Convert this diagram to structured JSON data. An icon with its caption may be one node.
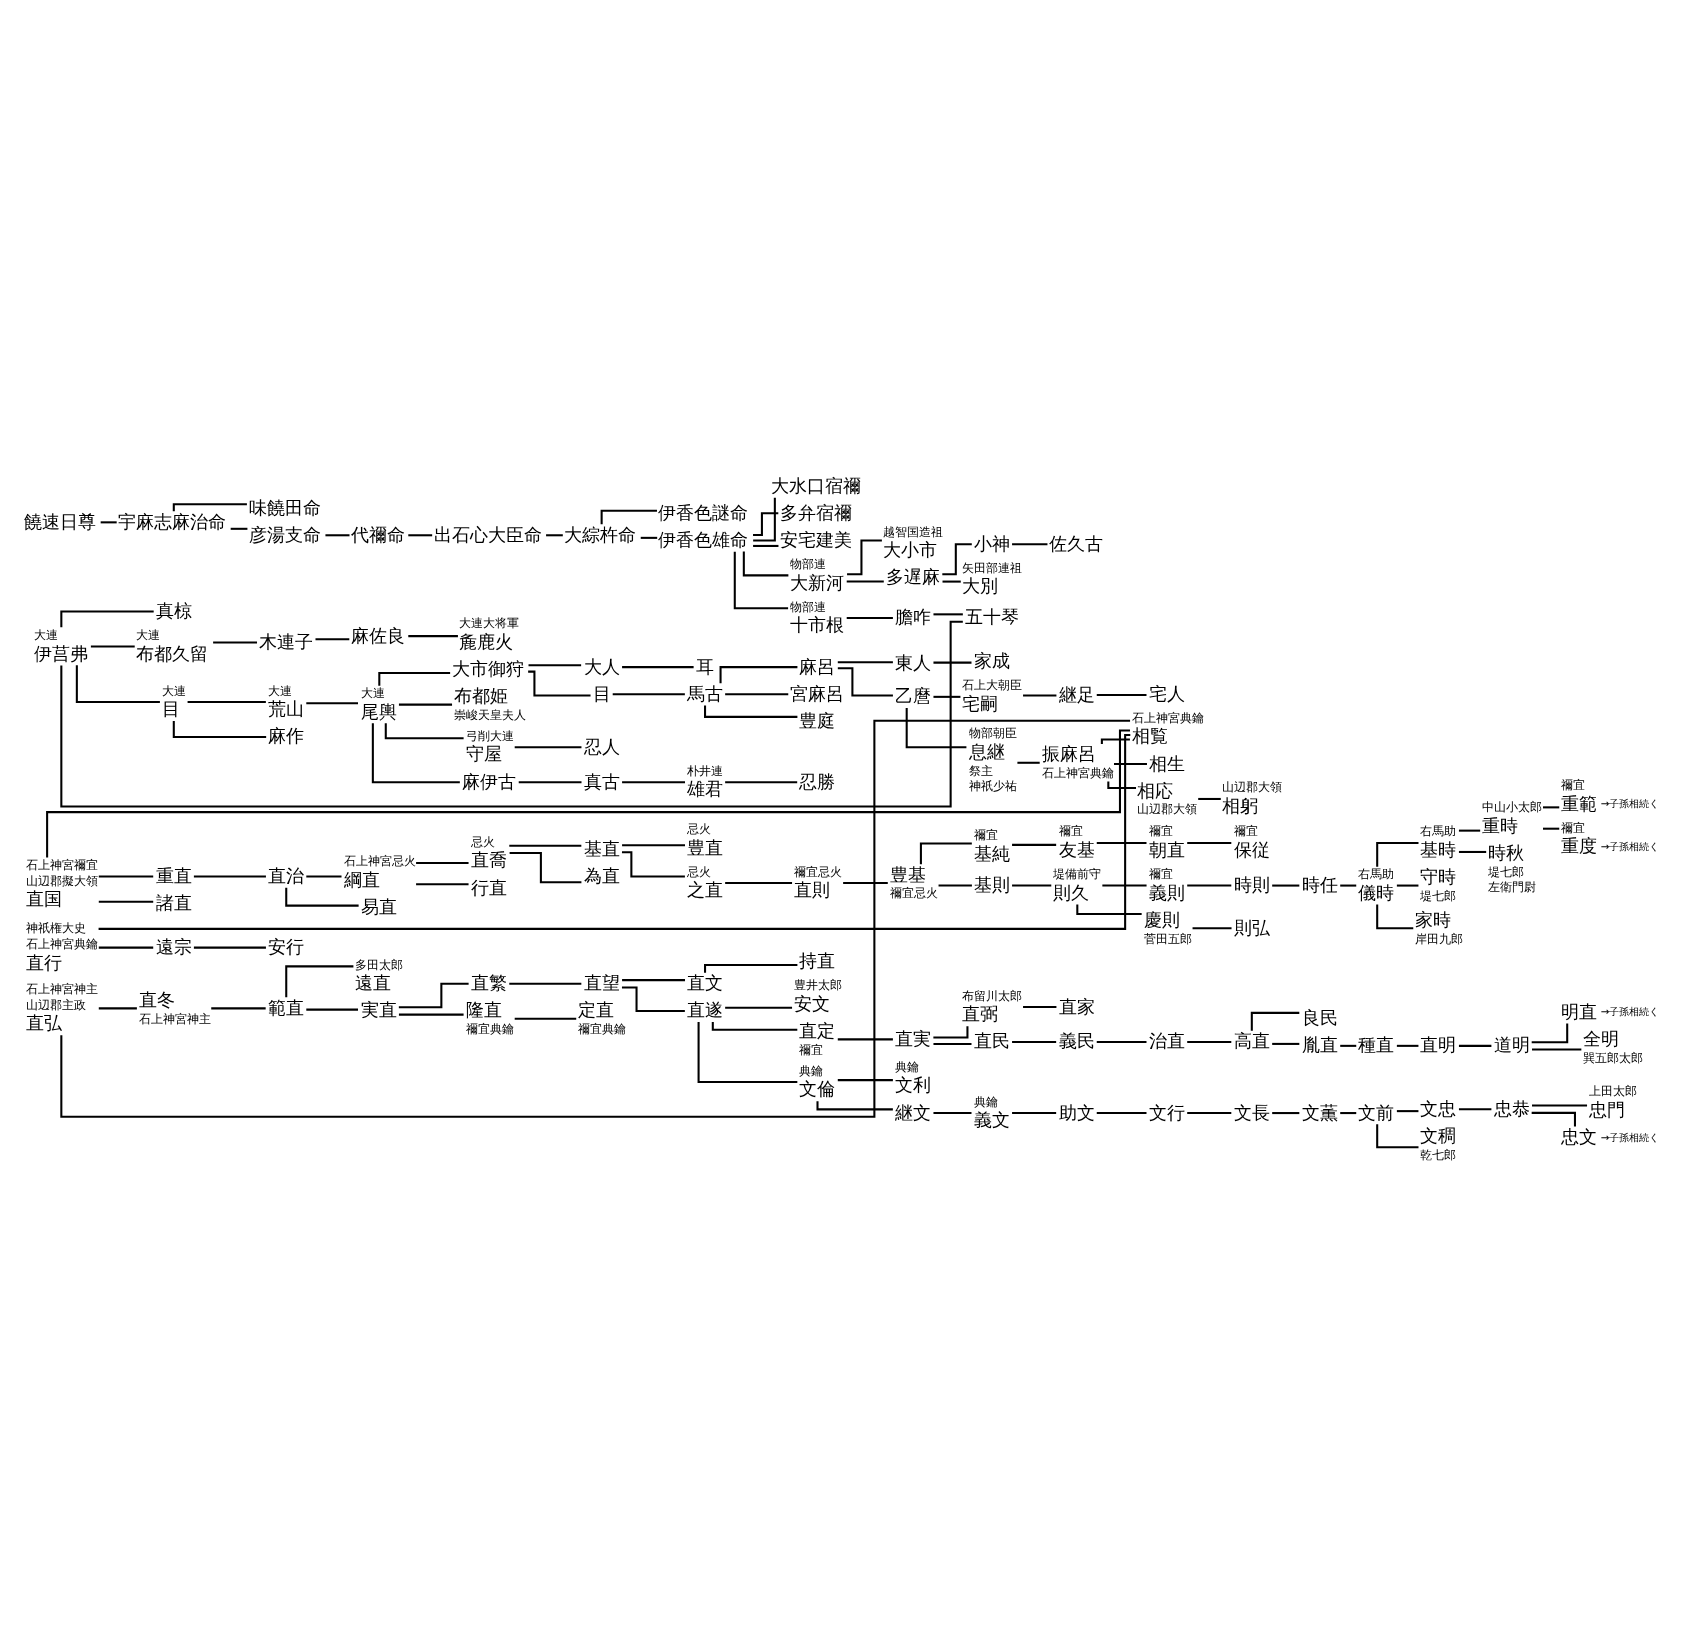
{
  "diagram": {
    "nodes": [
      {
        "text": [
          "饒速日尊"
        ]
      },
      {
        "text": [
          "宇麻志麻治命"
        ]
      },
      {
        "text": [
          "味饒田命"
        ]
      },
      {
        "text": [
          "彦湯支命"
        ]
      },
      {
        "text": [
          "代禰命"
        ]
      },
      {
        "text": [
          "出石心大臣命"
        ]
      },
      {
        "text": [
          "大綜杵命"
        ]
      },
      {
        "text": [
          "伊香色謎命"
        ]
      },
      {
        "text": [
          "伊香色雄命"
        ]
      },
      {
        "text": [
          "大水口宿禰"
        ]
      },
      {
        "text": [
          "多弁宿禰"
        ]
      },
      {
        "text": [
          "安宅建美"
        ]
      },
      {
        "text": [
          "大小市"
        ],
        "beside": [
          "越智国造祖"
        ]
      },
      {
        "text": [
          "小神"
        ]
      },
      {
        "text": [
          "佐久古"
        ]
      },
      {
        "text": [
          "大新河"
        ],
        "beside": [
          "物部連"
        ]
      },
      {
        "text": [
          "多遅麻"
        ]
      },
      {
        "text": [
          "大別"
        ],
        "beside": [
          "矢田部連祖"
        ]
      },
      {
        "text": [
          "十市根"
        ],
        "beside": [
          "物部連"
        ]
      },
      {
        "text": [
          "膽咋"
        ]
      },
      {
        "text": [
          "五十琴"
        ]
      },
      {
        "text": [
          "伊莒弗"
        ],
        "beside": [
          "大連"
        ]
      },
      {
        "text": [
          "真椋"
        ]
      },
      {
        "text": [
          "布都久留"
        ],
        "beside": [
          "大連"
        ]
      },
      {
        "text": [
          "木連子"
        ]
      },
      {
        "text": [
          "麻佐良"
        ]
      },
      {
        "text": [
          "麁鹿火"
        ],
        "beside": [
          "大連大将軍"
        ]
      },
      {
        "text": [
          "目"
        ],
        "beside": [
          "大連"
        ]
      },
      {
        "text": [
          "荒山"
        ],
        "beside": [
          "大連"
        ]
      },
      {
        "text": [
          "尾輿"
        ],
        "beside": [
          "大連"
        ]
      },
      {
        "text": [
          "大市御狩"
        ]
      },
      {
        "text": [
          "大人"
        ]
      },
      {
        "text": [
          "耳"
        ]
      },
      {
        "text": [
          "目"
        ]
      },
      {
        "text": [
          "馬古"
        ]
      },
      {
        "text": [
          "麻呂"
        ]
      },
      {
        "text": [
          "東人"
        ]
      },
      {
        "text": [
          "家成"
        ]
      },
      {
        "text": [
          "乙麿"
        ]
      },
      {
        "text": [
          "宅嗣"
        ],
        "beside": [
          "石上大朝臣"
        ]
      },
      {
        "text": [
          "継足"
        ]
      },
      {
        "text": [
          "宅人"
        ]
      },
      {
        "text": [
          "息継"
        ],
        "beside": [
          "物部朝臣",
          "祭主",
          "神祇少祐"
        ]
      },
      {
        "text": [
          "振麻呂"
        ],
        "beside": [
          "石上神宮典鑰"
        ]
      },
      {
        "text": [
          "相覧"
        ],
        "beside": [
          "石上神宮典鑰"
        ]
      },
      {
        "text": [
          "相生"
        ]
      },
      {
        "text": [
          "相応"
        ],
        "beside": [
          "山辺郡大領"
        ]
      },
      {
        "text": [
          "相躬"
        ],
        "beside": [
          "山辺郡大領"
        ]
      },
      {
        "text": [
          "宮麻呂"
        ]
      },
      {
        "text": [
          "豊庭"
        ]
      },
      {
        "text": [
          "布都姫"
        ],
        "beside": [
          "崇峻天皇夫人"
        ]
      },
      {
        "text": [
          "守屋"
        ],
        "beside": [
          "弓削大連"
        ]
      },
      {
        "text": [
          "忍人"
        ]
      },
      {
        "text": [
          "麻伊古"
        ]
      },
      {
        "text": [
          "真古"
        ]
      },
      {
        "text": [
          "雄君"
        ],
        "beside": [
          "朴井連"
        ]
      },
      {
        "text": [
          "忍勝"
        ]
      },
      {
        "text": [
          "麻作"
        ]
      },
      {
        "text": [
          "直国"
        ],
        "beside": [
          "石上神宮禰宜",
          "山辺郡擬大領"
        ]
      },
      {
        "text": [
          "重直"
        ]
      },
      {
        "text": [
          "直治"
        ]
      },
      {
        "text": [
          "綱直"
        ],
        "beside": [
          "石上神宮忌火"
        ]
      },
      {
        "text": [
          "易直"
        ]
      },
      {
        "text": [
          "直喬"
        ],
        "beside": [
          "忌火"
        ]
      },
      {
        "text": [
          "行直"
        ]
      },
      {
        "text": [
          "基直"
        ]
      },
      {
        "text": [
          "為直"
        ]
      },
      {
        "text": [
          "豊直"
        ],
        "beside": [
          "忌火"
        ]
      },
      {
        "text": [
          "之直"
        ],
        "beside": [
          "忌火"
        ]
      },
      {
        "text": [
          "直則"
        ],
        "beside": [
          "禰宜忌火"
        ]
      },
      {
        "text": [
          "豊基"
        ],
        "beside": [
          "禰宜忌火"
        ]
      },
      {
        "text": [
          "基純"
        ],
        "beside": [
          "禰宜"
        ]
      },
      {
        "text": [
          "友基"
        ],
        "beside": [
          "禰宜"
        ]
      },
      {
        "text": [
          "朝直"
        ],
        "beside": [
          "禰宜"
        ]
      },
      {
        "text": [
          "保従"
        ],
        "beside": [
          "禰宜"
        ]
      },
      {
        "text": [
          "基則"
        ]
      },
      {
        "text": [
          "則久"
        ],
        "beside": [
          "堤備前守"
        ]
      },
      {
        "text": [
          "義則"
        ],
        "beside": [
          "禰宜"
        ]
      },
      {
        "text": [
          "時則"
        ]
      },
      {
        "text": [
          "時任"
        ]
      },
      {
        "text": [
          "儀時"
        ],
        "beside": [
          "右馬助"
        ]
      },
      {
        "text": [
          "基時"
        ],
        "beside": [
          "右馬助"
        ]
      },
      {
        "text": [
          "重時"
        ],
        "beside": [
          "中山小太郎"
        ]
      },
      {
        "text": [
          "重範"
        ],
        "beside": [
          "禰宜",
          "→子孫相続く"
        ]
      },
      {
        "text": [
          "重度"
        ],
        "beside": [
          "禰宜",
          "→子孫相続く"
        ]
      },
      {
        "text": [
          "時秋"
        ],
        "beside": [
          "堤七郎",
          "左衛門尉"
        ]
      },
      {
        "text": [
          "守時"
        ],
        "beside": [
          "堤七郎"
        ]
      },
      {
        "text": [
          "家時"
        ],
        "beside": [
          "岸田九郎"
        ]
      },
      {
        "text": [
          "慶則"
        ],
        "beside": [
          "菅田五郎"
        ]
      },
      {
        "text": [
          "則弘"
        ]
      },
      {
        "text": [
          "諸直"
        ]
      },
      {
        "text": [
          "直行"
        ],
        "beside": [
          "神祇権大史",
          "石上神宮典鑰"
        ]
      },
      {
        "text": [
          "遠宗"
        ]
      },
      {
        "text": [
          "安行"
        ]
      },
      {
        "text": [
          "直弘"
        ],
        "beside": [
          "石上神宮神主",
          "山辺郡主政"
        ]
      },
      {
        "text": [
          "直冬"
        ],
        "beside": [
          "石上神宮神主"
        ]
      },
      {
        "text": [
          "範直"
        ]
      },
      {
        "text": [
          "遠直"
        ],
        "beside": [
          "多田太郎"
        ]
      },
      {
        "text": [
          "実直"
        ]
      },
      {
        "text": [
          "直繁"
        ]
      },
      {
        "text": [
          "直望"
        ]
      },
      {
        "text": [
          "直文"
        ]
      },
      {
        "text": [
          "持直"
        ]
      },
      {
        "text": [
          "直遂"
        ]
      },
      {
        "text": [
          "安文"
        ],
        "beside": [
          "豊井太郎"
        ]
      },
      {
        "text": [
          "隆直"
        ],
        "beside": [
          "禰宜典鑰"
        ]
      },
      {
        "text": [
          "定直"
        ],
        "beside": [
          "禰宜典鑰"
        ]
      },
      {
        "text": [
          "直定"
        ],
        "beside": [
          "禰宜"
        ]
      },
      {
        "text": [
          "直実"
        ]
      },
      {
        "text": [
          "直弼"
        ],
        "beside": [
          "布留川太郎"
        ]
      },
      {
        "text": [
          "直家"
        ]
      },
      {
        "text": [
          "直民"
        ]
      },
      {
        "text": [
          "義民"
        ]
      },
      {
        "text": [
          "治直"
        ]
      },
      {
        "text": [
          "高直"
        ]
      },
      {
        "text": [
          "良民"
        ]
      },
      {
        "text": [
          "胤直"
        ]
      },
      {
        "text": [
          "種直"
        ]
      },
      {
        "text": [
          "直明"
        ]
      },
      {
        "text": [
          "道明"
        ]
      },
      {
        "text": [
          "明直"
        ],
        "beside": [
          "→子孫相続く"
        ]
      },
      {
        "text": [
          "全明"
        ],
        "beside": [
          "巽五郎太郎"
        ]
      },
      {
        "text": [
          "文倫"
        ],
        "beside": [
          "典鑰"
        ]
      },
      {
        "text": [
          "文利"
        ],
        "beside": [
          "典鑰"
        ]
      },
      {
        "text": [
          "継文"
        ]
      },
      {
        "text": [
          "義文"
        ],
        "beside": [
          "典鑰"
        ]
      },
      {
        "text": [
          "助文"
        ]
      },
      {
        "text": [
          "文行"
        ]
      },
      {
        "text": [
          "文長"
        ]
      },
      {
        "text": [
          "文薫"
        ]
      },
      {
        "text": [
          "文前"
        ]
      },
      {
        "text": [
          "文忠"
        ]
      },
      {
        "text": [
          "忠恭"
        ]
      },
      {
        "text": [
          "忠門"
        ],
        "beside": [
          "上田太郎"
        ]
      },
      {
        "text": [
          "忠文"
        ],
        "beside": [
          "→子孫相続く"
        ]
      },
      {
        "text": [
          "文稠"
        ],
        "beside": [
          "乾七郎"
        ]
      }
    ],
    "edges": [
      {
        "from": 0,
        "to": 1,
        "arrow": "none"
      },
      {
        "from": 1,
        "to": 2,
        "arrow": "none"
      },
      {
        "from": 1,
        "to": 3,
        "arrow": "none"
      },
      {
        "from": 3,
        "to": 4,
        "arrow": "none"
      },
      {
        "from": 4,
        "to": 5,
        "arrow": "none"
      },
      {
        "from": 5,
        "to": 6,
        "arrow": "none"
      },
      {
        "from": 6,
        "to": 7,
        "arrow": "none"
      },
      {
        "from": 6,
        "to": 8,
        "arrow": "none"
      },
      {
        "from": 8,
        "to": 9,
        "arrow": "none"
      },
      {
        "from": 8,
        "to": 10,
        "arrow": "none"
      },
      {
        "from": 8,
        "to": 11,
        "arrow": "none"
      },
      {
        "from": 8,
        "to": 15,
        "arrow": "none"
      },
      {
        "from": 8,
        "to": 18,
        "arrow": "none"
      },
      {
        "from": 15,
        "to": 12,
        "arrow": "none"
      },
      {
        "from": 15,
        "to": 16,
        "arrow": "none"
      },
      {
        "from": 16,
        "to": 13,
        "arrow": "none"
      },
      {
        "from": 16,
        "to": 17,
        "arrow": "none"
      },
      {
        "from": 13,
        "to": 14,
        "arrow": "none"
      },
      {
        "from": 18,
        "to": 19,
        "arrow": "none"
      },
      {
        "from": 19,
        "to": 20,
        "arrow": "none"
      },
      {
        "from": 20,
        "to": 21,
        "arrow": "none"
      },
      {
        "from": 21,
        "to": 22,
        "arrow": "none"
      },
      {
        "from": 21,
        "to": 23,
        "arrow": "none"
      },
      {
        "from": 21,
        "to": 27,
        "arrow": "none"
      },
      {
        "from": 23,
        "to": 24,
        "arrow": "none"
      },
      {
        "from": 24,
        "to": 25,
        "arrow": "none"
      },
      {
        "from": 25,
        "to": 26,
        "arrow": "none"
      },
      {
        "from": 27,
        "to": 28,
        "arrow": "none"
      },
      {
        "from": 27,
        "to": 57,
        "arrow": "none"
      },
      {
        "from": 28,
        "to": 29,
        "arrow": "none"
      },
      {
        "from": 29,
        "to": 30,
        "arrow": "none"
      },
      {
        "from": 29,
        "to": 50,
        "arrow": "none"
      },
      {
        "from": 29,
        "to": 51,
        "arrow": "none"
      },
      {
        "from": 29,
        "to": 53,
        "arrow": "none"
      },
      {
        "from": 30,
        "to": 31,
        "arrow": "none"
      },
      {
        "from": 30,
        "to": 33,
        "arrow": "none"
      },
      {
        "from": 31,
        "to": 32,
        "arrow": "none"
      },
      {
        "from": 33,
        "to": 34,
        "arrow": "none"
      },
      {
        "from": 34,
        "to": 35,
        "arrow": "none"
      },
      {
        "from": 34,
        "to": 48,
        "arrow": "none"
      },
      {
        "from": 34,
        "to": 49,
        "arrow": "none"
      },
      {
        "from": 35,
        "to": 36,
        "arrow": "none"
      },
      {
        "from": 35,
        "to": 38,
        "arrow": "none"
      },
      {
        "from": 36,
        "to": 37,
        "arrow": "none"
      },
      {
        "from": 38,
        "to": 39,
        "arrow": "none"
      },
      {
        "from": 38,
        "to": 42,
        "arrow": "none"
      },
      {
        "from": 39,
        "to": 40,
        "arrow": "none"
      },
      {
        "from": 40,
        "to": 41,
        "arrow": "none"
      },
      {
        "from": 42,
        "to": 43,
        "arrow": "none"
      },
      {
        "from": 43,
        "to": 44,
        "arrow": "none"
      },
      {
        "from": 43,
        "to": 45,
        "arrow": "none"
      },
      {
        "from": 43,
        "to": 46,
        "arrow": "none"
      },
      {
        "from": 46,
        "to": 47,
        "arrow": "none"
      },
      {
        "from": 51,
        "to": 52,
        "arrow": "none"
      },
      {
        "from": 53,
        "to": 54,
        "arrow": "none"
      },
      {
        "from": 54,
        "to": 55,
        "arrow": "none"
      },
      {
        "from": 55,
        "to": 56,
        "arrow": "none"
      },
      {
        "from": 44,
        "to": 58,
        "arrow": "none"
      },
      {
        "from": 44,
        "to": 91,
        "arrow": "none"
      },
      {
        "from": 44,
        "to": 94,
        "arrow": "none"
      },
      {
        "from": 58,
        "to": 59,
        "arrow": "none"
      },
      {
        "from": 58,
        "to": 90,
        "arrow": "none"
      },
      {
        "from": 59,
        "to": 60,
        "arrow": "none"
      },
      {
        "from": 60,
        "to": 61,
        "arrow": "none"
      },
      {
        "from": 60,
        "to": 62,
        "arrow": "none"
      },
      {
        "from": 61,
        "to": 63,
        "arrow": "none"
      },
      {
        "from": 61,
        "to": 64,
        "arrow": "none"
      },
      {
        "from": 63,
        "to": 65,
        "arrow": "none"
      },
      {
        "from": 63,
        "to": 66,
        "arrow": "none"
      },
      {
        "from": 65,
        "to": 67,
        "arrow": "none"
      },
      {
        "from": 65,
        "to": 68,
        "arrow": "none"
      },
      {
        "from": 68,
        "to": 69,
        "arrow": "none"
      },
      {
        "from": 69,
        "to": 70,
        "arrow": "none"
      },
      {
        "from": 70,
        "to": 71,
        "arrow": "none"
      },
      {
        "from": 70,
        "to": 75,
        "arrow": "none"
      },
      {
        "from": 71,
        "to": 72,
        "arrow": "none"
      },
      {
        "from": 72,
        "to": 73,
        "arrow": "none"
      },
      {
        "from": 73,
        "to": 74,
        "arrow": "none"
      },
      {
        "from": 75,
        "to": 76,
        "arrow": "none"
      },
      {
        "from": 76,
        "to": 77,
        "arrow": "none"
      },
      {
        "from": 76,
        "to": 88,
        "arrow": "none"
      },
      {
        "from": 77,
        "to": 78,
        "arrow": "none"
      },
      {
        "from": 78,
        "to": 79,
        "arrow": "none"
      },
      {
        "from": 79,
        "to": 80,
        "arrow": "none"
      },
      {
        "from": 80,
        "to": 81,
        "arrow": "none"
      },
      {
        "from": 80,
        "to": 86,
        "arrow": "none"
      },
      {
        "from": 80,
        "to": 87,
        "arrow": "none"
      },
      {
        "from": 81,
        "to": 82,
        "arrow": "none"
      },
      {
        "from": 81,
        "to": 85,
        "arrow": "none"
      },
      {
        "from": 82,
        "to": 83,
        "arrow": "none"
      },
      {
        "from": 82,
        "to": 84,
        "arrow": "none"
      },
      {
        "from": 88,
        "to": 89,
        "arrow": "none"
      },
      {
        "from": 91,
        "to": 92,
        "arrow": "none"
      },
      {
        "from": 92,
        "to": 93,
        "arrow": "none"
      },
      {
        "from": 94,
        "to": 95,
        "arrow": "none"
      },
      {
        "from": 95,
        "to": 96,
        "arrow": "none"
      },
      {
        "from": 96,
        "to": 97,
        "arrow": "none"
      },
      {
        "from": 96,
        "to": 98,
        "arrow": "none"
      },
      {
        "from": 98,
        "to": 99,
        "arrow": "none"
      },
      {
        "from": 98,
        "to": 105,
        "arrow": "none"
      },
      {
        "from": 99,
        "to": 100,
        "arrow": "none"
      },
      {
        "from": 100,
        "to": 101,
        "arrow": "none"
      },
      {
        "from": 100,
        "to": 103,
        "arrow": "none"
      },
      {
        "from": 101,
        "to": 102,
        "arrow": "none"
      },
      {
        "from": 105,
        "to": 106,
        "arrow": "none"
      },
      {
        "from": 103,
        "to": 104,
        "arrow": "none"
      },
      {
        "from": 103,
        "to": 107,
        "arrow": "none"
      },
      {
        "from": 103,
        "to": 122,
        "arrow": "none"
      },
      {
        "from": 107,
        "to": 108,
        "arrow": "none"
      },
      {
        "from": 108,
        "to": 109,
        "arrow": "none"
      },
      {
        "from": 108,
        "to": 111,
        "arrow": "none"
      },
      {
        "from": 109,
        "to": 110,
        "arrow": "none"
      },
      {
        "from": 111,
        "to": 112,
        "arrow": "none"
      },
      {
        "from": 112,
        "to": 113,
        "arrow": "none"
      },
      {
        "from": 113,
        "to": 114,
        "arrow": "none"
      },
      {
        "from": 114,
        "to": 115,
        "arrow": "none"
      },
      {
        "from": 114,
        "to": 116,
        "arrow": "none"
      },
      {
        "from": 116,
        "to": 117,
        "arrow": "none"
      },
      {
        "from": 117,
        "to": 118,
        "arrow": "none"
      },
      {
        "from": 118,
        "to": 119,
        "arrow": "none"
      },
      {
        "from": 119,
        "to": 120,
        "arrow": "none"
      },
      {
        "from": 119,
        "to": 121,
        "arrow": "none"
      },
      {
        "from": 122,
        "to": 123,
        "arrow": "none"
      },
      {
        "from": 122,
        "to": 124,
        "arrow": "none"
      },
      {
        "from": 124,
        "to": 125,
        "arrow": "none"
      },
      {
        "from": 125,
        "to": 126,
        "arrow": "none"
      },
      {
        "from": 126,
        "to": 127,
        "arrow": "none"
      },
      {
        "from": 127,
        "to": 128,
        "arrow": "none"
      },
      {
        "from": 128,
        "to": 129,
        "arrow": "none"
      },
      {
        "from": 129,
        "to": 130,
        "arrow": "none"
      },
      {
        "from": 130,
        "to": 131,
        "arrow": "none"
      },
      {
        "from": 130,
        "to": 135,
        "arrow": "none"
      },
      {
        "from": 131,
        "to": 132,
        "arrow": "none"
      },
      {
        "from": 132,
        "to": 133,
        "arrow": "none"
      },
      {
        "from": 132,
        "to": 134,
        "arrow": "none"
      }
    ]
  }
}
